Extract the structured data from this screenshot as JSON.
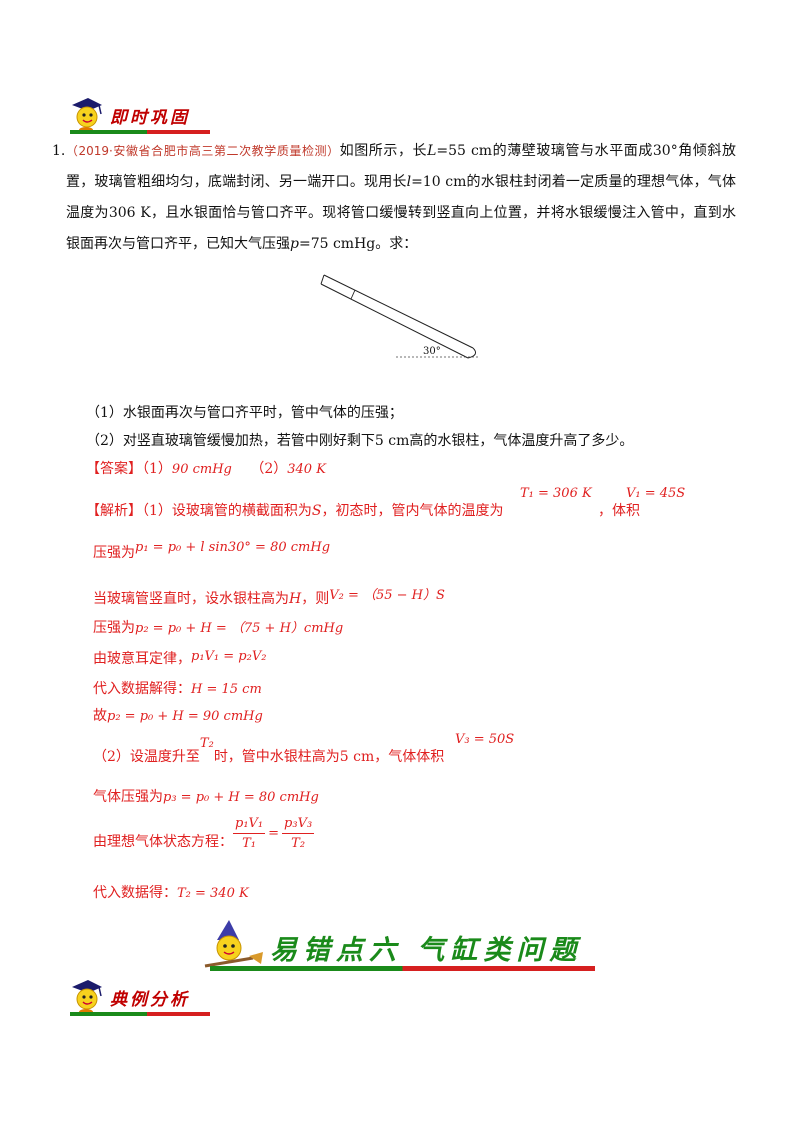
{
  "header1": {
    "title": "即时巩固"
  },
  "question": {
    "number": "1.",
    "source": "（2019·安徽省合肥市高三第二次教学质量检测）",
    "text_a": "如图所示，长",
    "L": "L",
    "text_b": "=55 cm的薄壁玻璃管与水平面成30°角倾斜放置，玻璃管粗细均匀，底端封闭、另一端开口。现用长",
    "l": "l",
    "text_c": "=10 cm的水银柱封闭着一定质量的理想气体，气体温度为306 K，且水银面恰与管口齐平。现将管口缓慢转到竖直向上位置，并将水银缓慢注入管中，直到水银面再次与管口齐平，已知大气压强",
    "p": "p",
    "text_d": "=75 cmHg。求："
  },
  "figure": {
    "angle_label": "30°"
  },
  "sub1": "（1）水银面再次与管口齐平时，管中气体的压强；",
  "sub2": "（2）对竖直玻璃管缓慢加热，若管中刚好剩下5 cm高的水银柱，气体温度升高了多少。",
  "answer": {
    "tag": "【答案】",
    "p1": "（1）",
    "v1": "90 cmHg",
    "p2": "（2）",
    "v2": "340 K"
  },
  "analysis": {
    "tag": "【解析】",
    "l1_a": "（1）设玻璃管的横截面积为",
    "l1_S": "S",
    "l1_b": "，初态时，管内气体的温度为",
    "l1_T1": "T₁ = 306 K",
    "l1_c": "，体积",
    "l1_V1": "V₁ = 45S",
    "l2_a": "压强为",
    "l2_eq": "p₁ = p₀ + l sin30° = 80 cmHg",
    "l3_a": "当玻璃管竖直时，设水银柱高为",
    "l3_H": "H",
    "l3_b": "，则",
    "l3_eq": "V₂ = （55 − H）S",
    "l4_a": "压强为",
    "l4_eq": "p₂ = p₀ + H = （75 + H）cmHg",
    "l5_a": "由玻意耳定律，",
    "l5_eq": "p₁V₁ = p₂V₂",
    "l6_a": "代入数据解得：",
    "l6_eq": "H = 15 cm",
    "l7_a": "故",
    "l7_eq": "p₂ = p₀ + H = 90 cmHg",
    "l8_a": "（2）设温度升至",
    "l8_T2": "T₂",
    "l8_b": "时，管中水银柱高为5 cm，气体体积",
    "l8_V3": "V₃ = 50S",
    "l9_a": "气体压强为",
    "l9_eq": "p₃ = p₀ + H = 80 cmHg",
    "l10_a": "由理想气体状态方程：",
    "l10_n1": "p₁V₁",
    "l10_d1": "T₁",
    "l10_eq": "=",
    "l10_n2": "p₃V₃",
    "l10_d2": "T₂",
    "l11_a": "代入数据得：",
    "l11_eq": "T₂ = 340 K"
  },
  "section": {
    "title": "易错点六 气缸类问题"
  },
  "header2": {
    "title": "典例分析"
  }
}
